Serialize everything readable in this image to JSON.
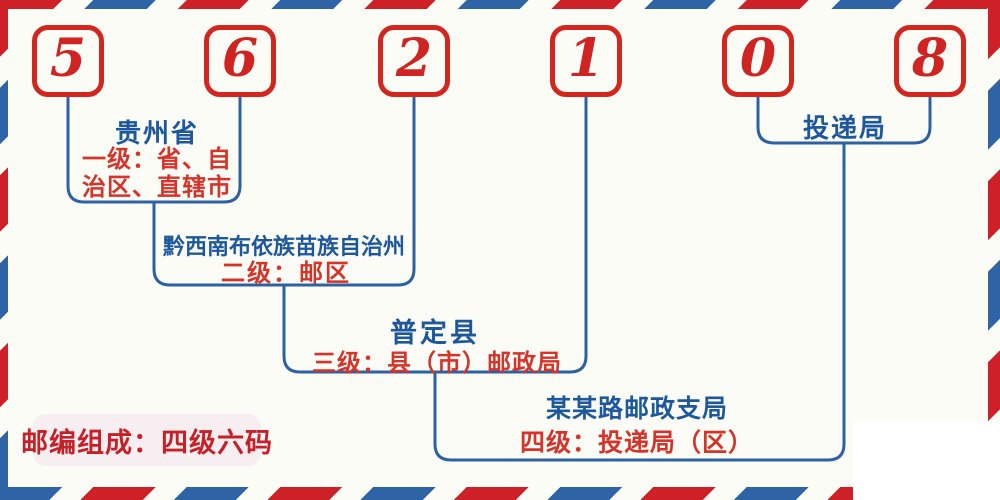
{
  "postal": {
    "digits": [
      "5",
      "6",
      "2",
      "1",
      "0",
      "8"
    ],
    "full_code": "562108"
  },
  "levels": {
    "level1": {
      "place": "贵州省",
      "desc_line1": "一级：省、自",
      "desc_line2": "治区、直辖市"
    },
    "level2": {
      "place": "黔西南布依族苗族自治州",
      "desc": "二级：邮区"
    },
    "level3": {
      "place": "普定县",
      "desc": "三级：县（市）邮政局"
    },
    "level4": {
      "place": "某某路邮政支局",
      "desc": "四级：投递局（区）"
    },
    "delivery": {
      "place": "投递局"
    }
  },
  "badge": {
    "text": "邮编组成：四级六码"
  },
  "colors": {
    "digit_red": "#d02423",
    "box_border_red": "#d2261f",
    "label_red": "#d5342b",
    "label_blue": "#1d579c",
    "line_blue": "#2c61a4",
    "stripe_red": "#ce2127",
    "stripe_blue": "#2e63a6",
    "background": "#fbfcf5",
    "badge_background": "#f7eef1",
    "badge_text": "#c62128"
  }
}
